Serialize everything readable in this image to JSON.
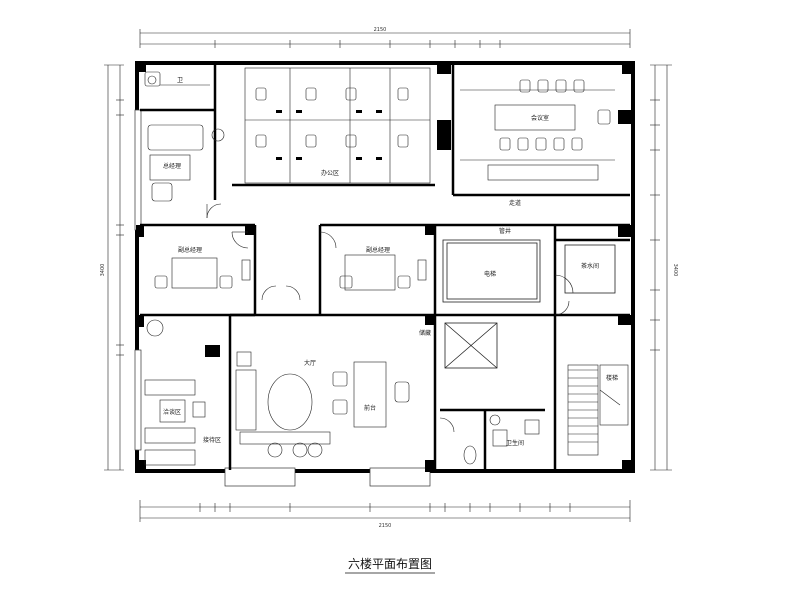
{
  "drawing": {
    "title": "六楼平面布置图"
  },
  "dimensions": {
    "top_total": "2150",
    "bottom_total": "2150",
    "left_total": "3400",
    "right_total": "3400"
  },
  "room_labels": {
    "restroom_left": "卫",
    "manager_office": "总经理",
    "deputy_office_left": "副总经理",
    "deputy_office_right": "副总经理",
    "open_office": "办公区",
    "conference": "会议室",
    "lobby": "大厅",
    "reception": "前台",
    "waiting": "接待区",
    "lounge": "洽谈区",
    "shaft": "管井",
    "elevator": "电梯",
    "stairs": "楼梯",
    "toilet": "卫生间",
    "storage": "储藏",
    "pantry": "茶水间",
    "corridor": "走道"
  }
}
